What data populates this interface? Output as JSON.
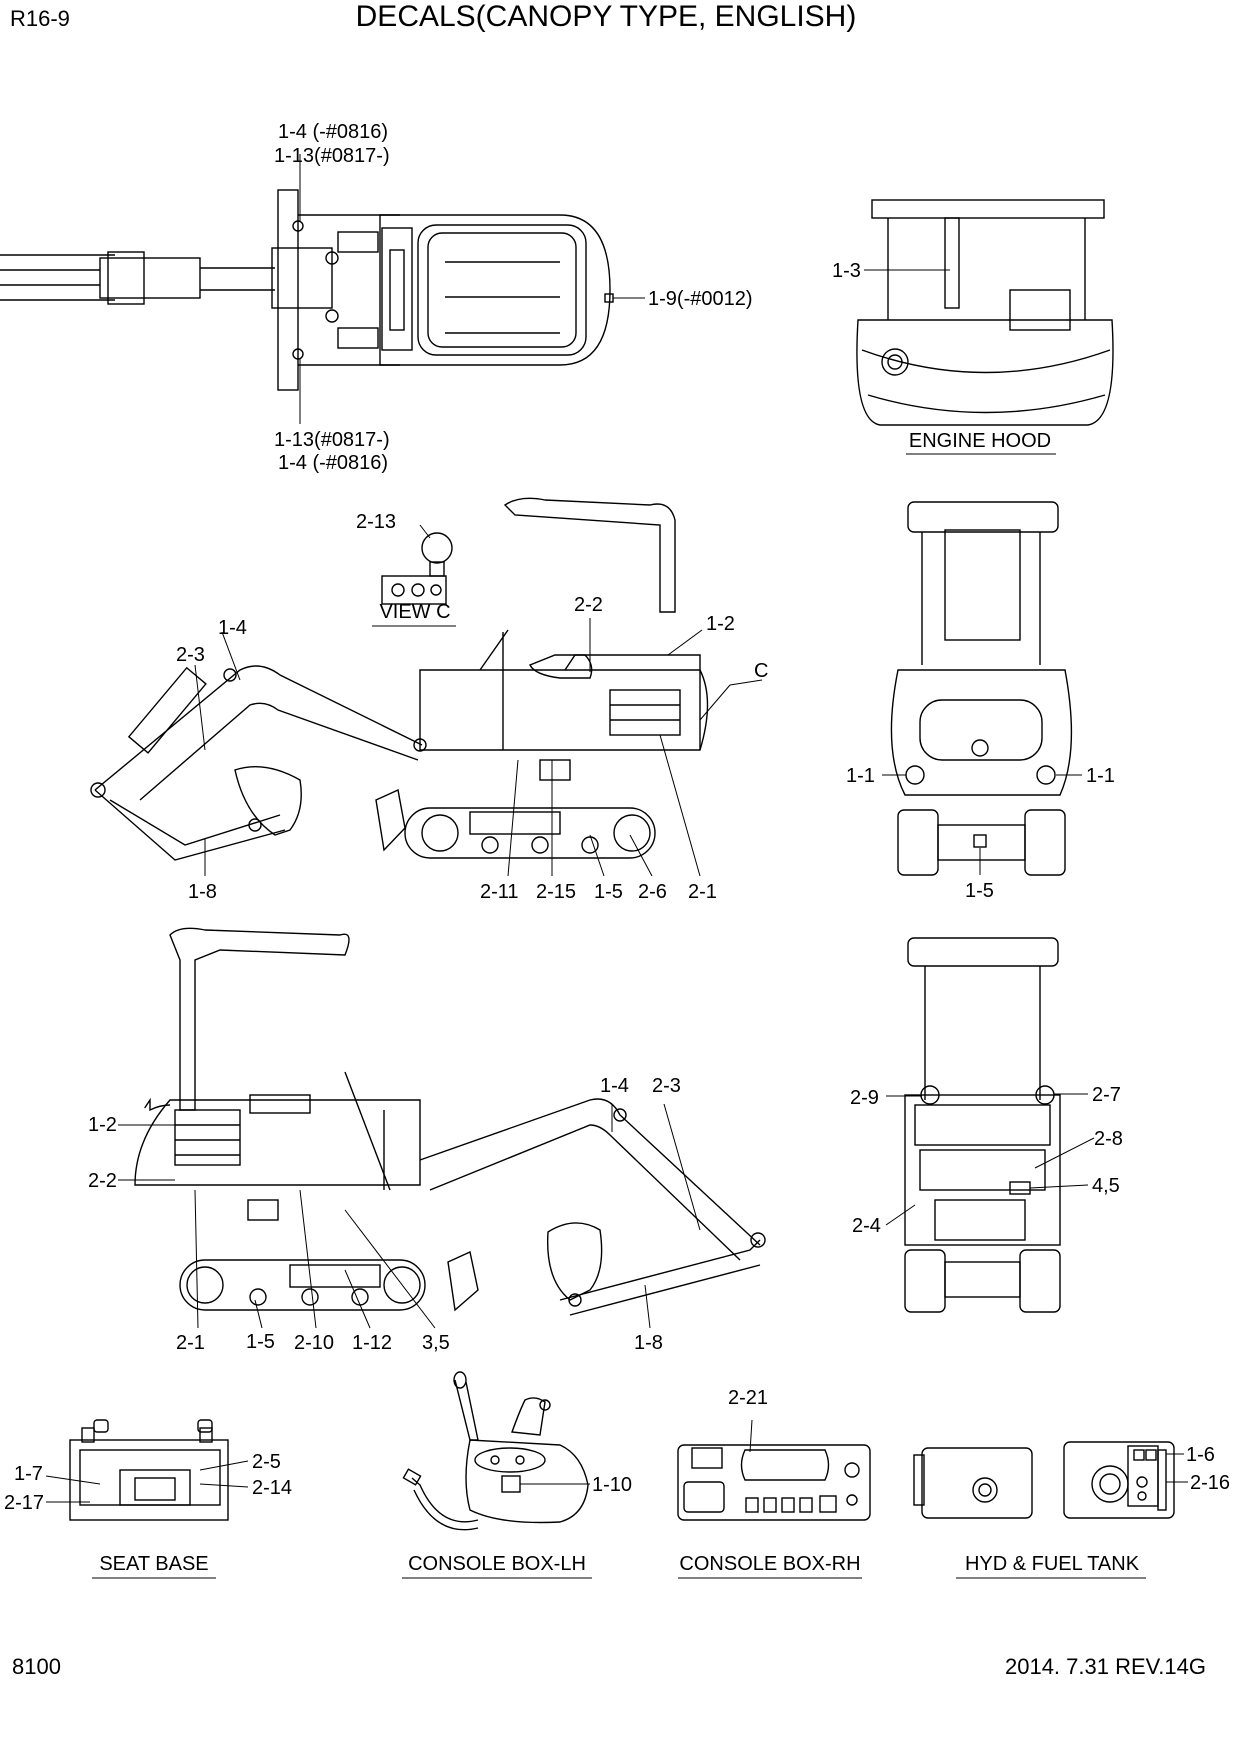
{
  "header": {
    "page_code": "R16-9",
    "title": "DECALS(CANOPY TYPE, ENGLISH)"
  },
  "footer": {
    "page_number": "8100",
    "revision": "2014. 7.31  REV.14G"
  },
  "views": {
    "top": {
      "labels": [
        "1-4 (-#0816)",
        "1-13(#0817-)",
        "1-9(-#0012)",
        "1-13(#0817-)",
        "1-4 (-#0816)"
      ]
    },
    "engine_hood": {
      "caption": "ENGINE HOOD",
      "labels": [
        "1-3"
      ]
    },
    "view_c": {
      "caption": "VIEW C",
      "labels": [
        "2-13"
      ]
    },
    "side_left": {
      "labels": [
        "2-2",
        "1-2",
        "C",
        "1-4",
        "2-3",
        "1-8",
        "2-11",
        "2-15",
        "1-5",
        "2-6",
        "2-1"
      ]
    },
    "rear": {
      "labels": [
        "1-1",
        "1-1",
        "1-5"
      ]
    },
    "side_right": {
      "labels": [
        "1-4",
        "2-3",
        "1-2",
        "2-2",
        "2-1",
        "1-5",
        "2-10",
        "1-12",
        "3,5",
        "1-8"
      ]
    },
    "front": {
      "labels": [
        "2-9",
        "2-7",
        "2-8",
        "4,5",
        "2-4"
      ]
    },
    "seat_base": {
      "caption": "SEAT BASE",
      "labels": [
        "1-7",
        "2-5",
        "2-14",
        "2-17"
      ]
    },
    "console_lh": {
      "caption": "CONSOLE BOX-LH",
      "labels": [
        "1-10"
      ]
    },
    "console_rh": {
      "caption": "CONSOLE BOX-RH",
      "labels": [
        "2-21"
      ]
    },
    "hyd_fuel": {
      "caption": "HYD & FUEL TANK",
      "labels": [
        "1-6",
        "2-16"
      ]
    }
  }
}
